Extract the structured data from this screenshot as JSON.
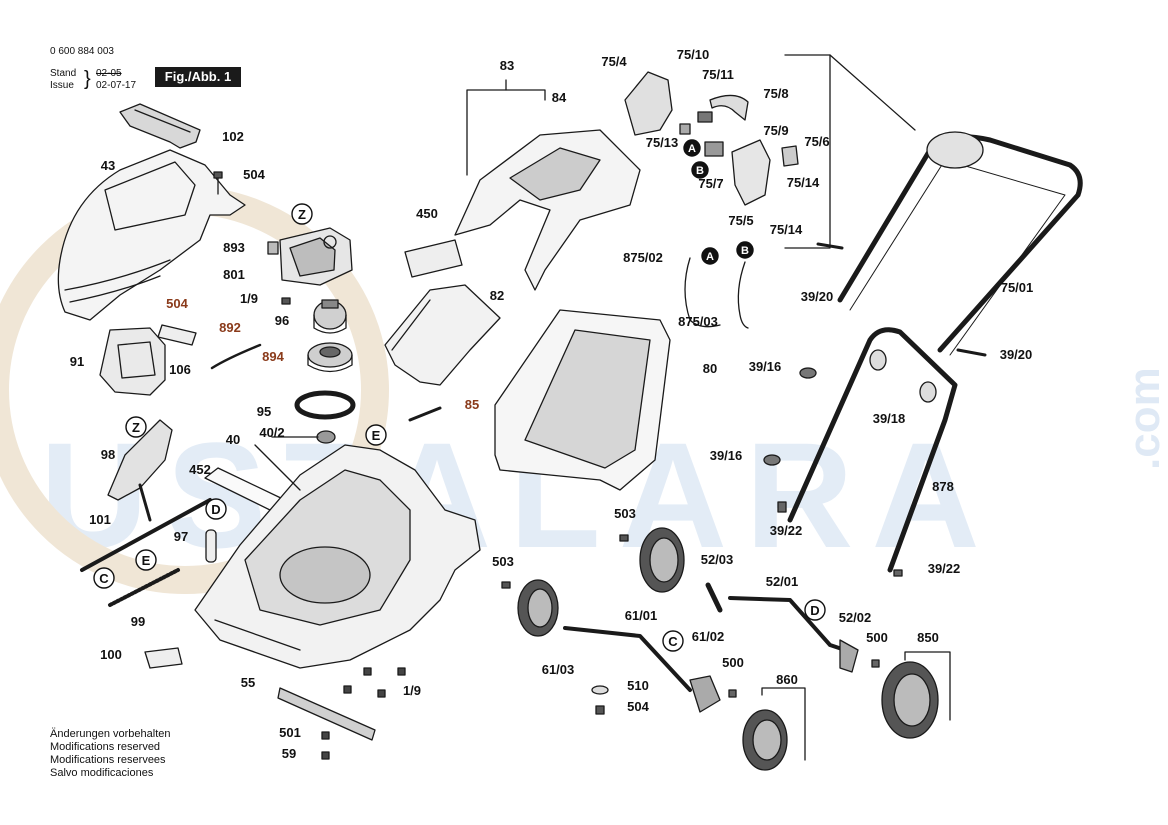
{
  "header": {
    "part_number": "0 600 884 003",
    "stand_label": "Stand",
    "issue_label": "Issue",
    "stand_date_struck": "02-05",
    "issue_date": "02-07-17",
    "figure_label": "Fig./Abb. 1"
  },
  "notes": [
    "Änderungen vorbehalten",
    "Modifications reserved",
    "Modifications reservees",
    "Salvo modificaciones"
  ],
  "watermark": {
    "text": "USTALARA",
    "suffix": ".com",
    "color": "#cfe0f2"
  },
  "callouts": [
    {
      "text": "102",
      "id": "102"
    },
    {
      "text": "43",
      "id": "43"
    },
    {
      "text": "504",
      "id": "504a"
    },
    {
      "text": "893",
      "id": "893"
    },
    {
      "text": "801",
      "id": "801"
    },
    {
      "text": "504",
      "id": "504b",
      "color": "#8a3a1a"
    },
    {
      "text": "1/9",
      "id": "19a"
    },
    {
      "text": "892",
      "id": "892",
      "color": "#8a3a1a"
    },
    {
      "text": "96",
      "id": "96"
    },
    {
      "text": "91",
      "id": "91"
    },
    {
      "text": "106",
      "id": "106"
    },
    {
      "text": "894",
      "id": "894",
      "color": "#8a3a1a"
    },
    {
      "text": "95",
      "id": "95"
    },
    {
      "text": "85",
      "id": "85",
      "color": "#8a3a1a"
    },
    {
      "text": "40/2",
      "id": "402"
    },
    {
      "text": "40",
      "id": "40"
    },
    {
      "text": "98",
      "id": "98"
    },
    {
      "text": "452",
      "id": "452"
    },
    {
      "text": "101",
      "id": "101"
    },
    {
      "text": "97",
      "id": "97"
    },
    {
      "text": "99",
      "id": "99"
    },
    {
      "text": "100",
      "id": "100"
    },
    {
      "text": "55",
      "id": "55"
    },
    {
      "text": "1/9",
      "id": "19b"
    },
    {
      "text": "501",
      "id": "501"
    },
    {
      "text": "59",
      "id": "59"
    },
    {
      "text": "83",
      "id": "83"
    },
    {
      "text": "84",
      "id": "84"
    },
    {
      "text": "450",
      "id": "450"
    },
    {
      "text": "82",
      "id": "82"
    },
    {
      "text": "80",
      "id": "80"
    },
    {
      "text": "75/4",
      "id": "754"
    },
    {
      "text": "75/10",
      "id": "7510"
    },
    {
      "text": "75/11",
      "id": "7511"
    },
    {
      "text": "75/8",
      "id": "758"
    },
    {
      "text": "75/9",
      "id": "759"
    },
    {
      "text": "75/6",
      "id": "756"
    },
    {
      "text": "75/13",
      "id": "7513"
    },
    {
      "text": "75/7",
      "id": "757"
    },
    {
      "text": "75/14",
      "id": "7514a"
    },
    {
      "text": "75/5",
      "id": "755"
    },
    {
      "text": "75/14",
      "id": "7514b"
    },
    {
      "text": "875/02",
      "id": "87502"
    },
    {
      "text": "875/03",
      "id": "87503"
    },
    {
      "text": "39/20",
      "id": "3920a"
    },
    {
      "text": "75/01",
      "id": "7501"
    },
    {
      "text": "39/20",
      "id": "3920b"
    },
    {
      "text": "39/16",
      "id": "3916a"
    },
    {
      "text": "39/18",
      "id": "3918"
    },
    {
      "text": "39/16",
      "id": "3916b"
    },
    {
      "text": "878",
      "id": "878"
    },
    {
      "text": "39/22",
      "id": "3922a"
    },
    {
      "text": "39/22",
      "id": "3922b"
    },
    {
      "text": "503",
      "id": "503a"
    },
    {
      "text": "503",
      "id": "503b"
    },
    {
      "text": "52/03",
      "id": "5203"
    },
    {
      "text": "52/01",
      "id": "5201"
    },
    {
      "text": "52/02",
      "id": "5202"
    },
    {
      "text": "500",
      "id": "500a"
    },
    {
      "text": "850",
      "id": "850"
    },
    {
      "text": "61/01",
      "id": "6101"
    },
    {
      "text": "61/02",
      "id": "6102"
    },
    {
      "text": "61/03",
      "id": "6103"
    },
    {
      "text": "500",
      "id": "500b"
    },
    {
      "text": "860",
      "id": "860"
    },
    {
      "text": "510",
      "id": "510"
    },
    {
      "text": "504",
      "id": "504c"
    }
  ],
  "markers": [
    {
      "letter": "Z",
      "id": "z1",
      "style": "outline"
    },
    {
      "letter": "Z",
      "id": "z2",
      "style": "outline"
    },
    {
      "letter": "E",
      "id": "e1",
      "style": "outline"
    },
    {
      "letter": "E",
      "id": "e2",
      "style": "outline"
    },
    {
      "letter": "D",
      "id": "d1",
      "style": "outline"
    },
    {
      "letter": "D",
      "id": "d2",
      "style": "outline"
    },
    {
      "letter": "C",
      "id": "c1",
      "style": "outline"
    },
    {
      "letter": "C",
      "id": "c2",
      "style": "outline"
    },
    {
      "letter": "A",
      "id": "a1",
      "style": "filled"
    },
    {
      "letter": "B",
      "id": "b1",
      "style": "filled"
    },
    {
      "letter": "A",
      "id": "a2",
      "style": "filled"
    },
    {
      "letter": "B",
      "id": "b2",
      "style": "filled"
    }
  ]
}
